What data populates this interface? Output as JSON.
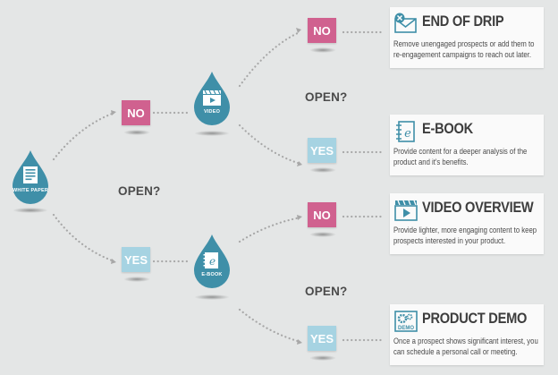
{
  "colors": {
    "drop": "#3f8fa8",
    "no_box": "#d0618f",
    "yes_box": "#a6d3e2",
    "text_dark": "#3d3d3d",
    "connector": "#a8a8a8"
  },
  "drops": {
    "white_paper": {
      "label": "WHITE PAPER",
      "icon": "document-icon"
    },
    "video": {
      "label": "VIDEO",
      "icon": "video-icon"
    },
    "ebook": {
      "label": "E-BOOK",
      "icon": "ebook-icon"
    }
  },
  "questions": {
    "q1": "OPEN?",
    "q2": "OPEN?",
    "q3": "OPEN?"
  },
  "decisions": {
    "first_no": "NO",
    "first_yes": "YES",
    "video_no": "NO",
    "video_yes": "YES",
    "ebook_no": "NO",
    "ebook_yes": "YES"
  },
  "outcomes": {
    "end_of_drip": {
      "title": "END OF DRIP",
      "desc": "Remove unengaged prospects or add them to re-engagement campaigns to reach out later.",
      "icon": "email-x-icon"
    },
    "ebook": {
      "title": "E-BOOK",
      "desc": "Provide content for a deeper analysis of the product and it's benefits.",
      "icon": "ebook-icon"
    },
    "video_overview": {
      "title": "VIDEO OVERVIEW",
      "desc": "Provide lighter, more engaging content to keep prospects interested in your product.",
      "icon": "video-icon"
    },
    "product_demo": {
      "title": "PRODUCT DEMO",
      "desc": "Once a prospect shows significant interest, you can schedule a personal call or meeting.",
      "icon": "demo-gear-icon",
      "icon_label": "DEMO"
    }
  }
}
